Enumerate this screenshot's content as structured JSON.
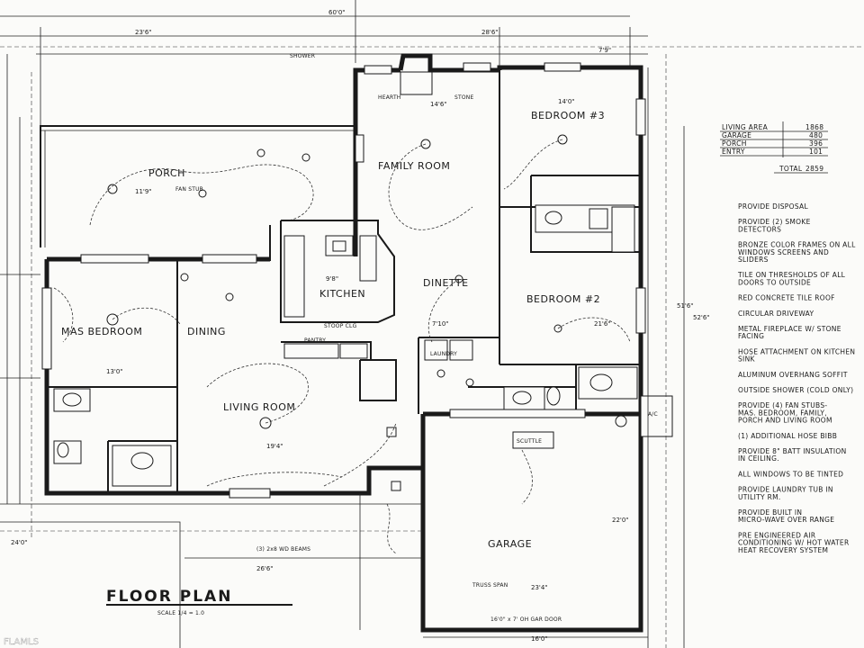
{
  "plan": {
    "title": "FLOOR PLAN",
    "scale": "SCALE 1/4 = 1.0"
  },
  "rooms": {
    "porch": "PORCH",
    "family_room": "FAMILY ROOM",
    "bedroom3": "BEDROOM #3",
    "kitchen": "KITCHEN",
    "dinette": "DINETTE",
    "bedroom2": "BEDROOM #2",
    "master_bedroom": "MAS BEDROOM",
    "dining": "DINING",
    "living_room": "LIVING ROOM",
    "garage": "GARAGE",
    "ac": "A/C"
  },
  "small_labels": {
    "hearth": "HEARTH",
    "stone": "STONE",
    "fan_stub": "FAN STUB",
    "pantry": "PANTRY",
    "laundry": "LAUNDRY",
    "scuttle": "SCUTTLE",
    "truss_span": "TRUSS SPAN",
    "garage_door": "16'0\" x 7' OH GAR DOOR",
    "beams": "(3) 2x8 WD BEAMS",
    "shower_note": "SHOWER",
    "stud_clg": "STOOP CLG"
  },
  "dimensions": {
    "overall": "60'0\"",
    "top_left": "23'6\"",
    "top_mid": "28'6\"",
    "top_right": "7'9\"",
    "porch_w": "11'9\"",
    "family_w": "14'6\"",
    "bed3_w": "14'0\"",
    "dining_w": "13'0\"",
    "living_w": "19'4\"",
    "kitchen_w": "9'8\"",
    "dinette_w": "7'10\"",
    "bed2_w": "21'6\"",
    "garage_w": "23'4\"",
    "garage_d": "22'0\"",
    "right_1": "51'6\"",
    "right_2": "52'6\"",
    "bottom_1": "26'6\"",
    "bottom_2": "16'0\"",
    "bottom_3": "24'0\""
  },
  "area_table": {
    "rows": [
      {
        "label": "LIVING AREA",
        "value": "1868"
      },
      {
        "label": "GARAGE",
        "value": "480"
      },
      {
        "label": "PORCH",
        "value": "396"
      },
      {
        "label": "ENTRY",
        "value": "101"
      }
    ],
    "total_label": "TOTAL",
    "total_value": "2859"
  },
  "notes": [
    "PROVIDE DISPOSAL",
    "PROVIDE (2) SMOKE DETECTORS",
    "BRONZE COLOR FRAMES ON ALL WINDOWS SCREENS AND SLIDERS",
    "TILE ON THRESHOLDS OF ALL DOORS TO OUTSIDE",
    "RED CONCRETE TILE ROOF",
    "CIRCULAR DRIVEWAY",
    "METAL FIREPLACE W/ STONE FACING",
    "HOSE ATTACHMENT ON KITCHEN SINK",
    "ALUMINUM OVERHANG SOFFIT",
    "OUTSIDE SHOWER (COLD ONLY)",
    "PROVIDE (4) FAN STUBS- MAS. BEDROOM, FAMILY, PORCH AND LIVING ROOM",
    "(1) ADDITIONAL HOSE BIBB",
    "PROVIDE 8\" BATT INSULATION IN CEILING.",
    "ALL WINDOWS TO BE TINTED",
    "PROVIDE LAUNDRY TUB IN UTILITY RM.",
    "PROVIDE BUILT IN MICRO-WAVE OVER RANGE",
    "PRE ENGINEERED AIR CONDITIONING W/ HOT WATER HEAT RECOVERY SYSTEM"
  ],
  "watermark": "FLAMLS"
}
